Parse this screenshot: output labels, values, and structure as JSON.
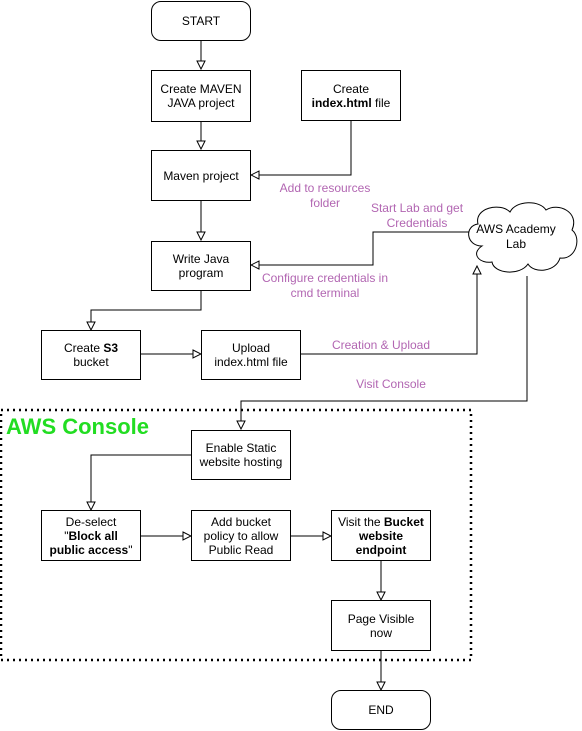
{
  "nodes": {
    "start": {
      "text": "START"
    },
    "create_maven": {
      "text": "Create MAVEN JAVA project"
    },
    "create_index": {
      "line1": "Create",
      "bold": "index.html",
      "rest": " file"
    },
    "maven_project": {
      "text": "Maven project"
    },
    "write_java": {
      "text": "Write Java program"
    },
    "create_s3": {
      "pre": "Create ",
      "bold": "S3",
      "post": " bucket"
    },
    "upload_index": {
      "text": "Upload index.html file"
    },
    "aws_lab": {
      "text": "AWS Academy Lab"
    },
    "enable_static": {
      "text": "Enable Static website hosting"
    },
    "deselect": {
      "pre": "De-select \"",
      "bold": "Block all public access",
      "post": "\""
    },
    "bucket_policy": {
      "text": "Add bucket policy to allow Public Read"
    },
    "visit_endpoint": {
      "pre": "Visit the ",
      "bold": "Bucket website endpoint"
    },
    "page_visible": {
      "text": "Page Visible now"
    },
    "end": {
      "text": "END"
    }
  },
  "labels": {
    "add_resources": "Add to resources folder",
    "start_lab": "Start Lab and get Credentials",
    "configure_creds": "Configure credentials in cmd terminal",
    "creation_upload": "Creation & Upload",
    "visit_console": "Visit Console"
  },
  "group": {
    "title": "AWS Console"
  },
  "colors": {
    "label": "#b266b2",
    "group_title": "#22dd22"
  }
}
